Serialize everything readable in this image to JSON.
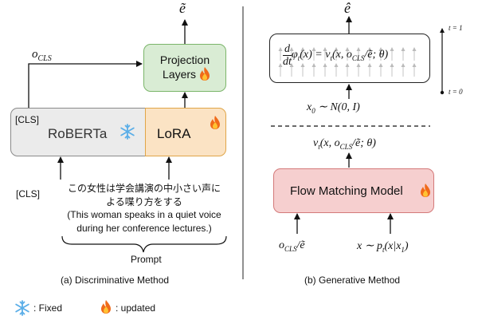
{
  "left": {
    "e_tilde": "ẽ",
    "o_cls": "o",
    "o_cls_sub": "CLS",
    "projection_line1": "Projection",
    "projection_line2": "Layers",
    "cls_tag": "[CLS]",
    "roberta": "RoBERTa",
    "lora": "LoRA",
    "cls_outside": "[CLS]",
    "jp_line1": "この女性は学会講演の中小さい声に",
    "jp_line2": "よる喋り方をする",
    "en_line1": "(This woman speaks in a quiet voice",
    "en_line2": "during her conference lectures.)",
    "prompt": "Prompt",
    "caption": "(a) Discriminative Method"
  },
  "right": {
    "e_hat": "ê",
    "equation": "d/dt φ_t(x) = v_t(x, o_CLS/ẽ; θ)",
    "eq_d": "d",
    "eq_dt": "dt",
    "eq_phi": "φ",
    "eq_t": "t",
    "eq_x": "(x) = v",
    "eq_t2": "t",
    "eq_rest1": "(x, o",
    "eq_cls": "CLS",
    "eq_rest2": "/ẽ; θ)",
    "t1": "t = 1",
    "t0": "t = 0",
    "x0_a": "x",
    "x0_sub": "0",
    "x0_b": " ∼ N(0, I)",
    "vt_a": "v",
    "vt_sub": "t",
    "vt_b": "(x, o",
    "vt_cls": "CLS",
    "vt_c": "/ẽ; θ)",
    "flow_model": "Flow Matching Model",
    "in1_a": "o",
    "in1_sub": "CLS",
    "in1_b": "/ẽ",
    "in2_a": "x ∼ p",
    "in2_sub": "t",
    "in2_b": "(x|x",
    "in2_sub2": "1",
    "in2_c": ")",
    "caption": "(b) Generative Method"
  },
  "legend": {
    "fixed": ": Fixed",
    "updated": ": updated"
  },
  "colors": {
    "projection_fill": "#d9ecd4",
    "projection_border": "#7bb56a",
    "roberta_fill": "#ebebeb",
    "roberta_border": "#8a8a8a",
    "lora_fill": "#fbe3c4",
    "lora_border": "#e0a548",
    "flow_fill": "#f6cfcf",
    "flow_border": "#d47a7a",
    "snowflake": "#5aaee8",
    "flame": "#f06a1a"
  }
}
